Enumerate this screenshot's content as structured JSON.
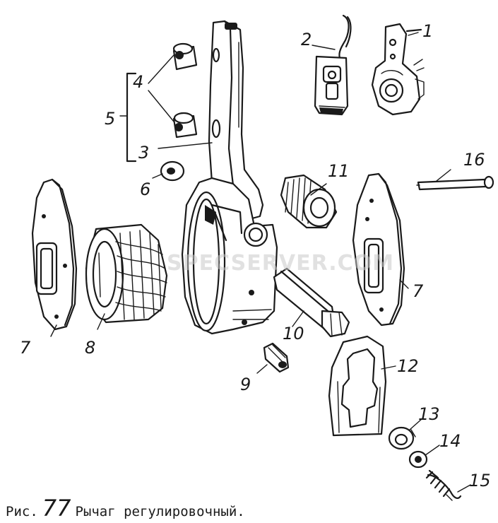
{
  "figure": {
    "prefix": "Рис.",
    "number": "77",
    "title": "Рычаг регулировочный."
  },
  "watermark": "SPECSERVER.COM",
  "callouts": [
    "1",
    "2",
    "3",
    "4",
    "5",
    "6",
    "7",
    "7",
    "8",
    "9",
    "10",
    "11",
    "12",
    "13",
    "14",
    "15",
    "16"
  ]
}
